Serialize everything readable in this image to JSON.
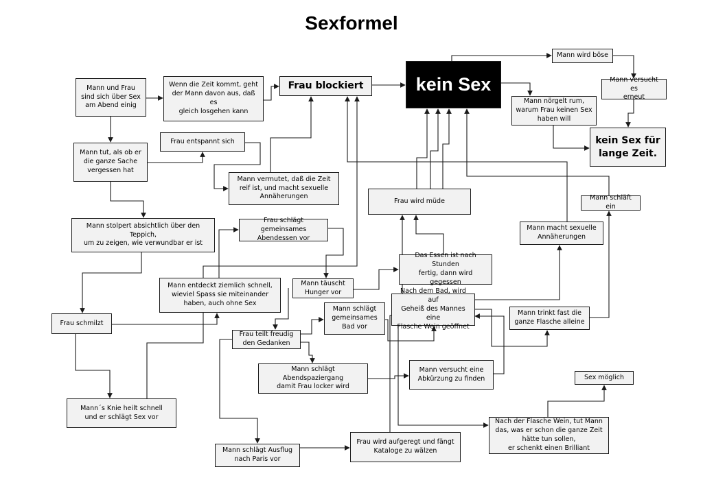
{
  "title": "Sexformel",
  "nodes": {
    "einig": "Mann und Frau\nsind sich über Sex\nam Abend einig",
    "zeit_kommt": "Wenn die Zeit kommt, geht\nder Mann davon aus, daß es\ngleich losgehen kann",
    "frau_blockiert": "Frau blockiert",
    "kein_sex": "kein Sex",
    "mann_boese": "Mann wird böse",
    "versucht_erneut": "Mann versucht es\nerneut",
    "noergelt": "Mann nörgelt rum,\nwarum Frau keinen Sex\nhaben will",
    "kein_sex_lange": "kein Sex für\nlange Zeit.",
    "vergessen": "Mann tut, als ob er\ndie ganze Sache\nvergessen hat",
    "entspannt": "Frau entspannt sich",
    "vermutet": "Mann vermutet, daß die Zeit\nreif ist, und macht sexuelle\nAnnäherungen",
    "muede": "Frau wird müde",
    "schlaeft": "Mann schläft ein",
    "stolpert": "Mann stolpert absichtlich über den Teppich,\num zu zeigen, wie verwundbar er ist",
    "abendessen": "Frau schlägt gemeinsames\nAbendessen vor",
    "annaeherungen": "Mann macht sexuelle\nAnnäherungen",
    "essen_fertig": "Das Essen ist nach Stunden\nfertig, dann wird gegessen",
    "hunger": "Mann täuscht\nHunger vor",
    "spass": "Mann entdeckt ziemlich schnell,\nwieviel Spass sie miteinander\nhaben, auch ohne Sex",
    "bad": "Mann schlägt\ngemeinsames\nBad vor",
    "nach_bad": "Nach dem Bad, wird auf\nGeheiß des Mannes eine\nFlasche Wein geöffnet",
    "trinkt": "Mann trinkt fast die\nganze Flasche alleine",
    "schmilzt": "Frau schmilzt",
    "gedanken": "Frau teilt freudig\nden Gedanken",
    "spaziergang": "Mann schlägt Abendspaziergang\ndamit Frau locker wird",
    "abkuerzung": "Mann versucht eine\nAbkürzung zu finden",
    "sex_moeglich": "Sex möglich",
    "knie": "Mann´s Knie heilt schnell\nund er schlägt Sex vor",
    "flasche_wein": "Nach der Flasche Wein, tut Mann\ndas, was er schon die ganze Zeit\nhätte tun sollen,\ner schenkt einen Brilliant",
    "paris": "Mann schlägt Ausflug\nnach Paris vor",
    "kataloge": "Frau wird aufgeregt und fängt\nKataloge zu wälzen"
  },
  "colors": {
    "line": "#1a1a1a",
    "box": "#f2f2f2",
    "highlight": "#000000"
  }
}
